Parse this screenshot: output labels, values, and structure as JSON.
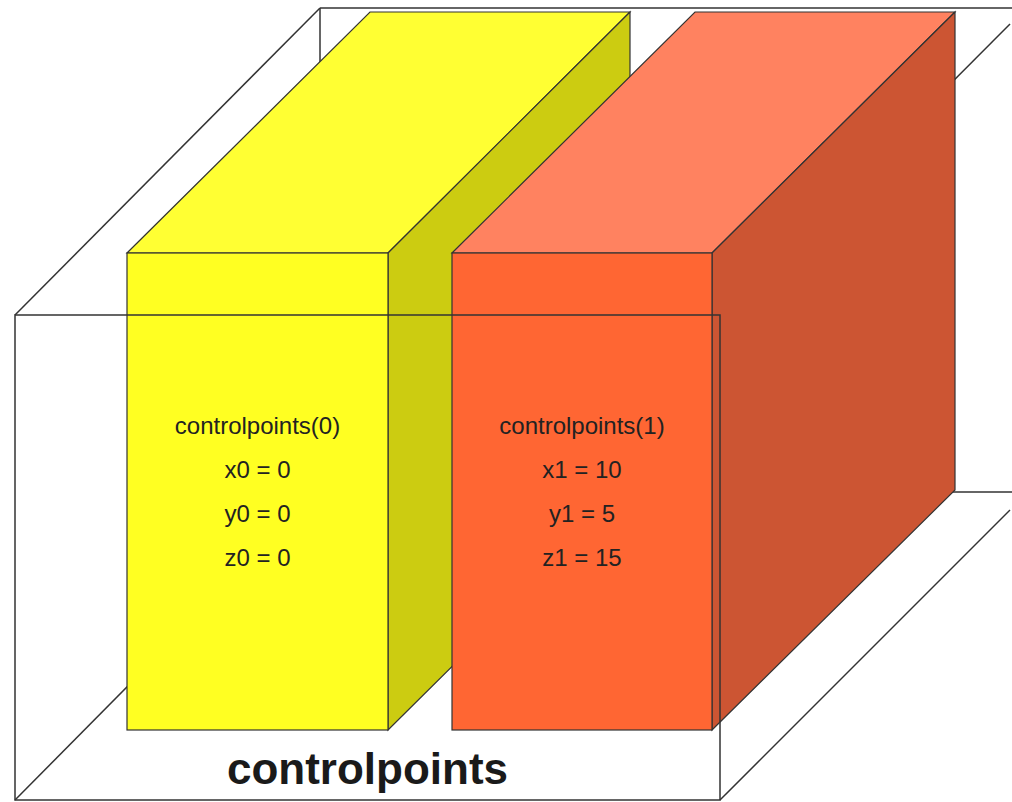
{
  "diagram": {
    "nodes": [
      {
        "text": [
          "controlpoints"
        ]
      },
      {
        "text": [
          "controlpoints(0)",
          "x0 = 0",
          "y0 = 0",
          "z0 = 0"
        ],
        "in": 0
      },
      {
        "text": [
          "controlpoints(1)",
          "x1 = 10",
          "y1 = 5",
          "z1 = 15"
        ],
        "in": 0
      }
    ]
  }
}
